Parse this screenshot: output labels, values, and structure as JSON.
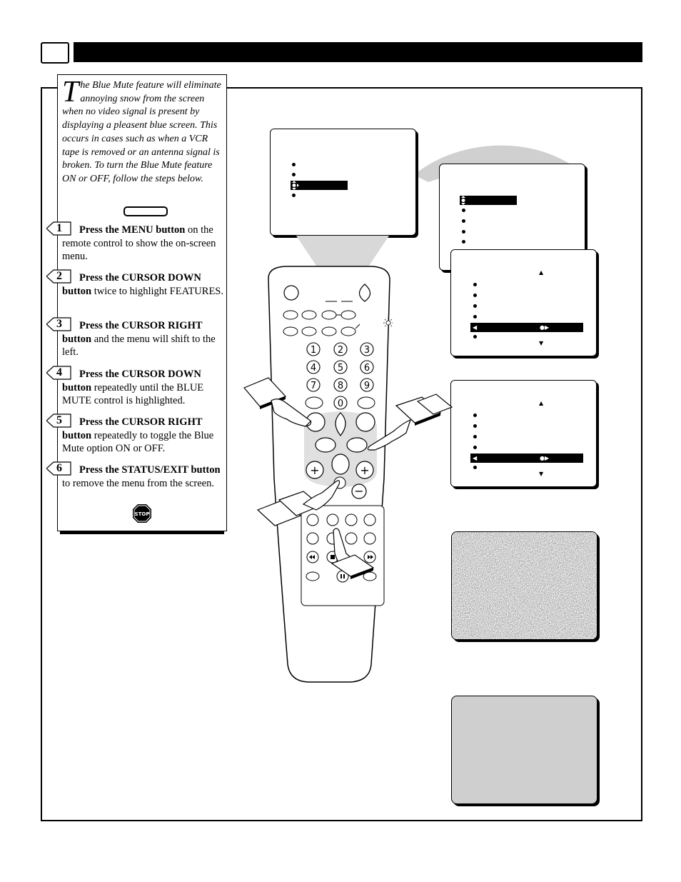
{
  "intro": {
    "dropcap": "T",
    "text": "he Blue Mute feature will eliminate annoying snow from the screen when no video signal is present by displaying a pleasent blue screen. This occurs in cases such as when a VCR tape is removed or an antenna signal is broken. To turn the Blue Mute feature ON or OFF, follow the steps below."
  },
  "steps": [
    {
      "number": "1",
      "bold": "Press the MENU button",
      "rest": " on the remote control to show the on-screen menu."
    },
    {
      "number": "2",
      "bold": "Press the CURSOR DOWN button",
      "rest": " twice to highlight FEATURES."
    },
    {
      "number": "3",
      "bold": "Press the CURSOR RIGHT button",
      "rest": " and the menu will shift to the left."
    },
    {
      "number": "4",
      "bold": "Press the CURSOR DOWN button",
      "rest": " repeatedly until the BLUE MUTE control is highlighted."
    },
    {
      "number": "5",
      "bold": "Press the CURSOR RIGHT button",
      "rest": " repeatedly to toggle the Blue Mute option ON or OFF."
    },
    {
      "number": "6",
      "bold": "Press the STATUS/EXIT button",
      "rest": " to remove the menu from the screen."
    }
  ],
  "stop_sign": "STOP",
  "remote": {
    "number_keys": [
      "1",
      "2",
      "3",
      "4",
      "5",
      "6",
      "7",
      "8",
      "9",
      "0"
    ],
    "volume_plus": "+",
    "channel_plus": "+",
    "channel_minus": "−"
  },
  "colors": {
    "header": "#000000",
    "remote_body": "#ffffff",
    "cursor_pad": "#e0e0e0",
    "blue_screen": "#cfcfcf"
  }
}
